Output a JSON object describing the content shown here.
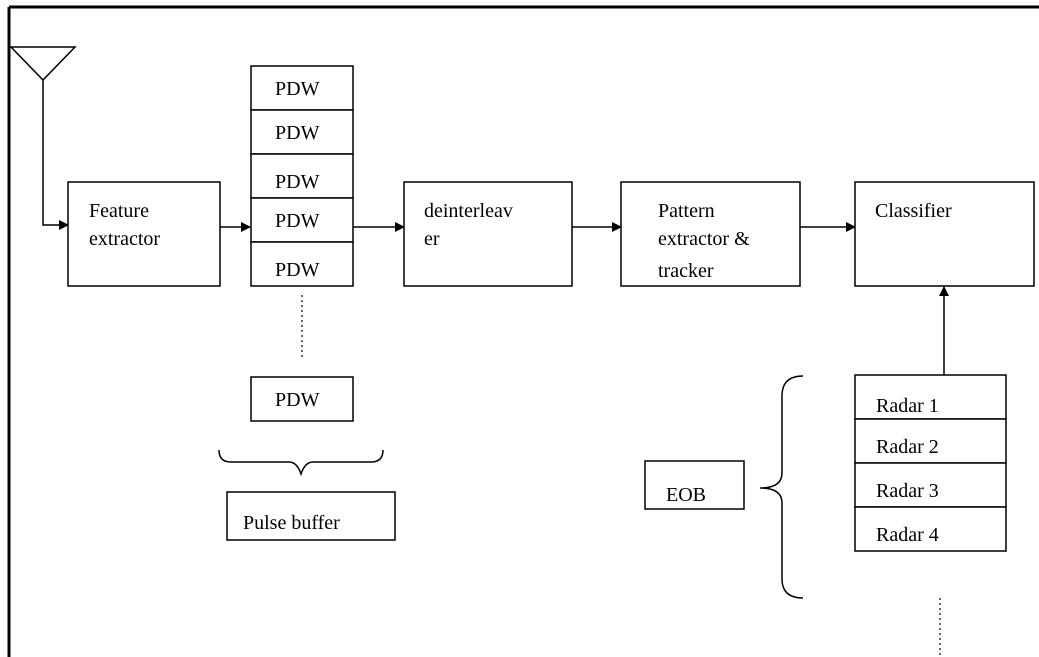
{
  "diagram": {
    "feature_extractor": {
      "line1": "Feature",
      "line2": "extractor"
    },
    "pdw_stack": [
      "PDW",
      "PDW",
      "PDW",
      "PDW",
      "PDW"
    ],
    "pdw_extra": "PDW",
    "pulse_buffer": "Pulse buffer",
    "deinterleaver": {
      "line1": "deinterleav",
      "line2": "er"
    },
    "pattern_extractor": {
      "line1": "Pattern",
      "line2": "extractor &",
      "line3": "tracker"
    },
    "classifier": "Classifier",
    "eob": "EOB",
    "radars": [
      "Radar 1",
      "Radar 2",
      "Radar 3",
      "Radar 4"
    ]
  }
}
